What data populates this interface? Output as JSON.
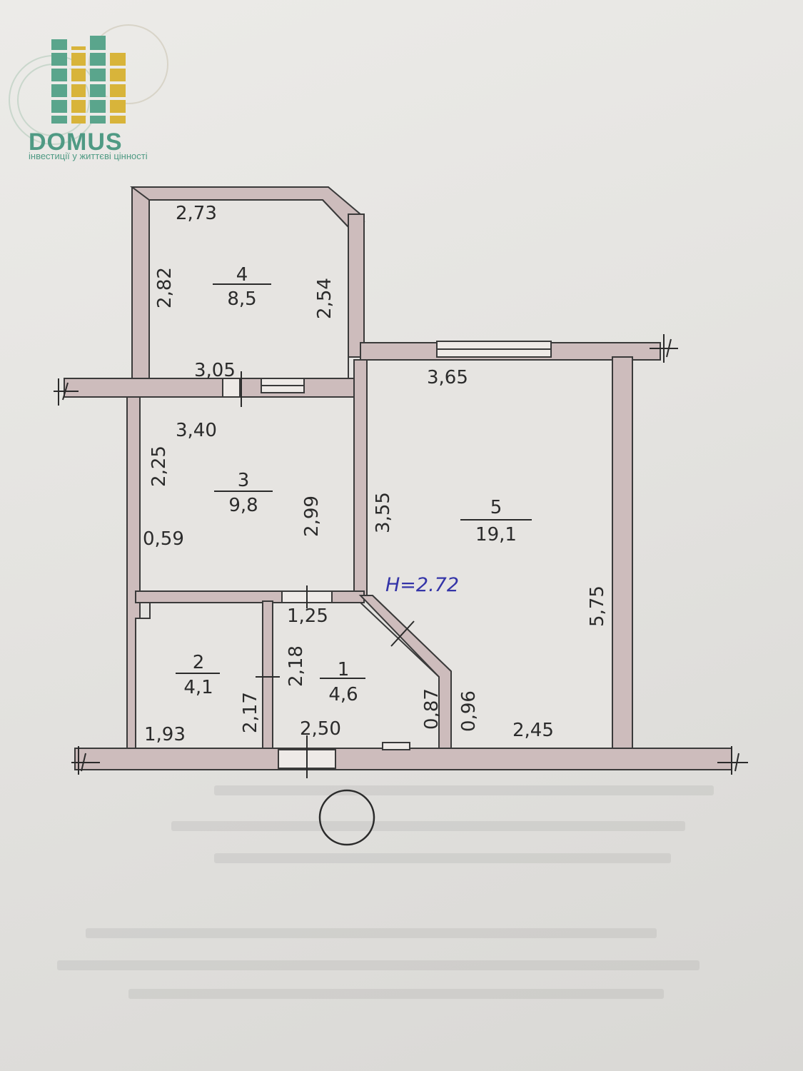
{
  "logo": {
    "name": "DOMUS",
    "tagline": "інвестиції у життєві цінності"
  },
  "ceiling_height": "H=2.72",
  "rooms": [
    {
      "no": "1",
      "area": "4,6"
    },
    {
      "no": "2",
      "area": "4,1"
    },
    {
      "no": "3",
      "area": "9,8"
    },
    {
      "no": "4",
      "area": "8,5"
    },
    {
      "no": "5",
      "area": "19,1"
    }
  ],
  "dimensions": {
    "d273": "2,73",
    "d282": "2,82",
    "d254": "2,54",
    "d305": "3,05",
    "d340": "3,40",
    "d225": "2,25",
    "d299": "2,99",
    "d059": "0,59",
    "d355": "3,55",
    "d365": "3,65",
    "d575": "5,75",
    "d125": "1,25",
    "d218": "2,18",
    "d217": "2,17",
    "d193": "1,93",
    "d250": "2,50",
    "d087": "0,87",
    "d096": "0,96",
    "d245": "2,45"
  },
  "colors": {
    "wall": "#cdbcbc",
    "line": "#3a3a3a",
    "logo": "#4f9a84",
    "logo_yellow": "#d8b43a",
    "ink_blue": "#3434a8"
  }
}
